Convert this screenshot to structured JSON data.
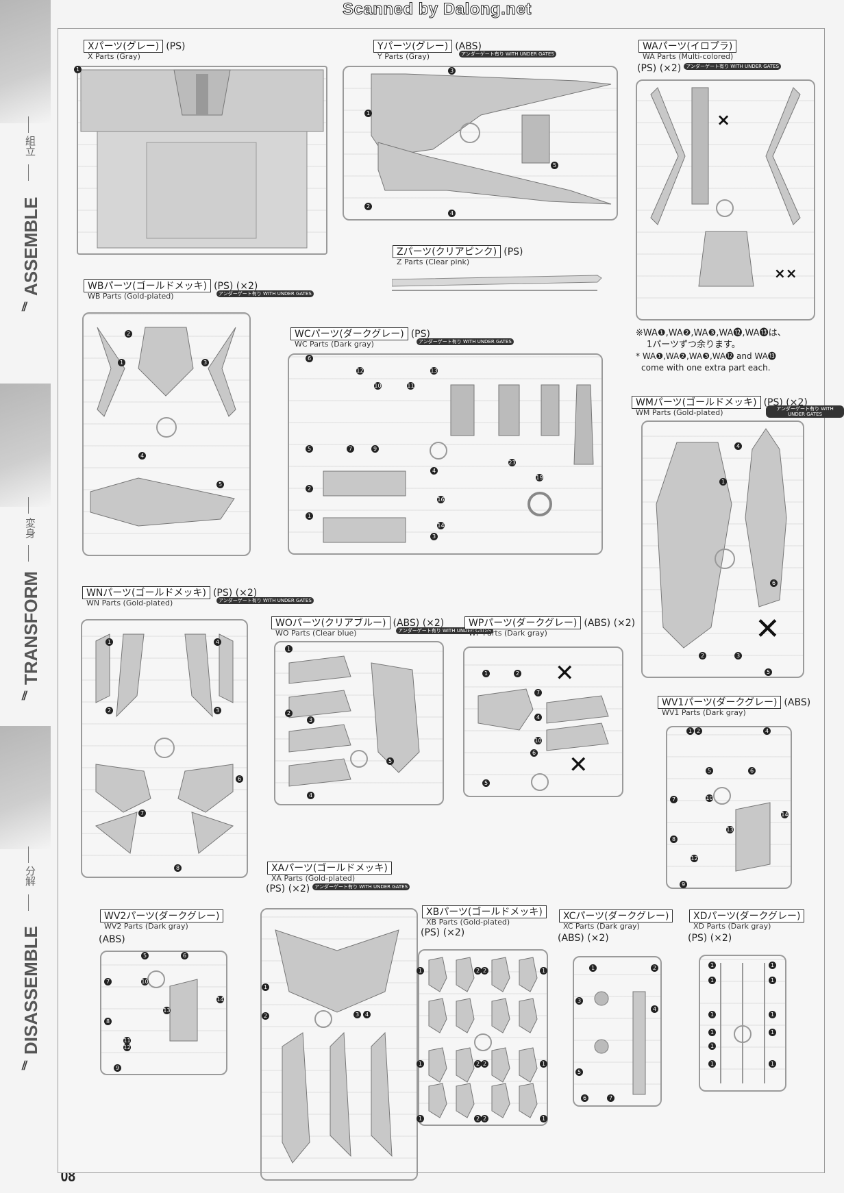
{
  "watermark": "Scanned by Dalong.net",
  "page_number": "08",
  "sidebar": {
    "assemble_en": "ASSEMBLE",
    "assemble_ja": "組立",
    "transform_en": "TRANSFORM",
    "transform_ja": "変身",
    "disassemble_en": "DISASSEMBLE",
    "disassemble_ja": "分解"
  },
  "badge": "アンダーゲート有り WITH UNDER GATES",
  "parts": {
    "x": {
      "ja": "Xパーツ(グレー)",
      "en": "X Parts (Gray)",
      "spec": "(PS)"
    },
    "y": {
      "ja": "Yパーツ(グレー)",
      "en": "Y Parts (Gray)",
      "spec": "(ABS)"
    },
    "wa": {
      "ja": "WAパーツ(イロプラ)",
      "en": "WA Parts (Multi-colored)",
      "spec": "(PS) (×2)"
    },
    "z": {
      "ja": "Zパーツ(クリアピンク)",
      "en": "Z Parts (Clear pink)",
      "spec": "(PS)"
    },
    "wb": {
      "ja": "WBパーツ(ゴールドメッキ)",
      "en": "WB Parts (Gold-plated)",
      "spec": "(PS) (×2)"
    },
    "wc": {
      "ja": "WCパーツ(ダークグレー)",
      "en": "WC Parts (Dark gray)",
      "spec": "(PS)"
    },
    "wm": {
      "ja": "WMパーツ(ゴールドメッキ)",
      "en": "WM Parts (Gold-plated)",
      "spec": "(PS) (×2)"
    },
    "wn": {
      "ja": "WNパーツ(ゴールドメッキ)",
      "en": "WN Parts (Gold-plated)",
      "spec": "(PS) (×2)"
    },
    "wo": {
      "ja": "WOパーツ(クリアブルー)",
      "en": "WO Parts (Clear blue)",
      "spec": "(ABS) (×2)"
    },
    "wp": {
      "ja": "WPパーツ(ダークグレー)",
      "en": "WP Parts (Dark gray)",
      "spec": "(ABS) (×2)"
    },
    "wv1": {
      "ja": "WV1パーツ(ダークグレー)",
      "en": "WV1 Parts (Dark gray)",
      "spec": "(ABS)"
    },
    "xa": {
      "ja": "XAパーツ(ゴールドメッキ)",
      "en": "XA Parts (Gold-plated)",
      "spec": "(PS) (×2)"
    },
    "wv2": {
      "ja": "WV2パーツ(ダークグレー)",
      "en": "WV2 Parts (Dark gray)",
      "spec": "(ABS)"
    },
    "xb": {
      "ja": "XBパーツ(ゴールドメッキ)",
      "en": "XB Parts (Gold-plated)",
      "spec": "(PS) (×2)"
    },
    "xc": {
      "ja": "XCパーツ(ダークグレー)",
      "en": "XC Parts (Dark gray)",
      "spec": "(ABS) (×2)"
    },
    "xd": {
      "ja": "XDパーツ(ダークグレー)",
      "en": "XD Parts (Dark gray)",
      "spec": "(PS) (×2)"
    }
  },
  "wa_note": {
    "ja_line1": "※WA❶,WA❷,WA❸,WA⓬,WA⓭は、",
    "ja_line2": "1パーツずつ余ります。",
    "en_line1": "* WA❶,WA❷,WA❸,WA⓬ and WA⓭",
    "en_line2": "come with one extra part each."
  }
}
